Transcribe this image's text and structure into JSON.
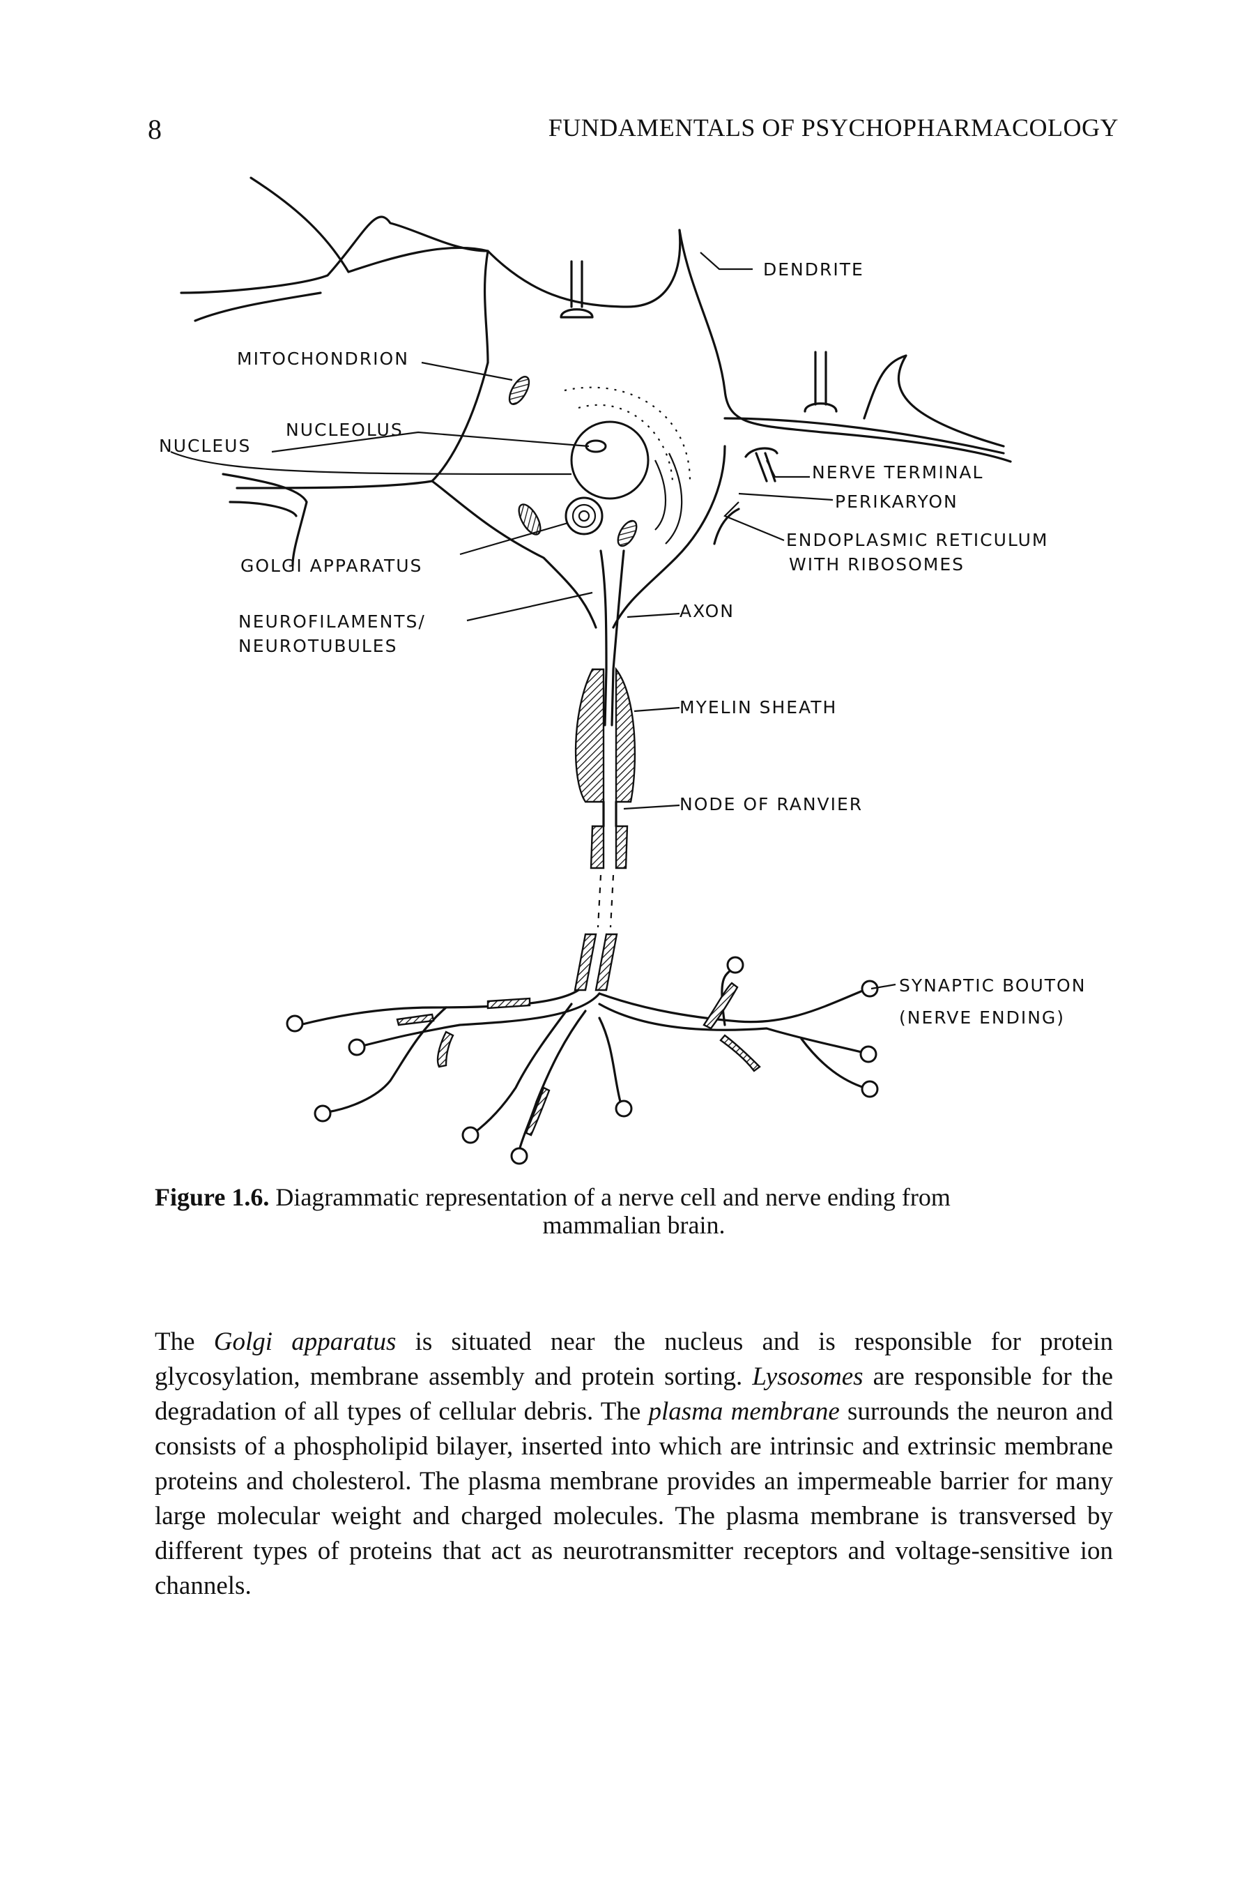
{
  "header": {
    "page_number": "8",
    "running_head": "FUNDAMENTALS OF PSYCHOPHARMACOLOGY"
  },
  "figure": {
    "labels": {
      "dendrite": "DENDRITE",
      "mitochondrion": "MITOCHONDRION",
      "nucleolus": "NUCLEOLUS",
      "nucleus": "NUCLEUS",
      "nerve_terminal": "NERVE TERMINAL",
      "perikaryon": "PERIKARYON",
      "er_line1": "ENDOPLASMIC RETICULUM",
      "er_line2": "WITH RIBOSOMES",
      "golgi": "GOLGI APPARATUS",
      "neurofilaments_line1": "NEUROFILAMENTS/",
      "neurofilaments_line2": "NEUROTUBULES",
      "axon": "AXON",
      "myelin": "MYELIN SHEATH",
      "node": "NODE OF RANVIER",
      "bouton_line1": "SYNAPTIC BOUTON",
      "bouton_line2": "(NERVE ENDING)"
    },
    "caption_label": "Figure 1.6.",
    "caption_line1": "Diagrammatic representation of a nerve cell and nerve ending from",
    "caption_line2": "mammalian brain."
  },
  "body": {
    "p1_s1": "The ",
    "p1_golgi": "Golgi apparatus",
    "p1_s2": " is situated near the nucleus and is responsible for protein glycosylation, membrane assembly and protein sorting. ",
    "p1_lysosomes": "Lysosomes",
    "p1_s3": " are responsible for the degradation of all types of cellular debris. The ",
    "p1_plasma": "plasma membrane",
    "p1_s4": " surrounds the neuron and consists of a phospholipid bilayer, inserted into which are intrinsic and extrinsic membrane proteins and cholesterol. The plasma membrane provides an impermeable barrier for many large molecular weight and charged molecules. The plasma membrane is transversed by different types of proteins that act as neurotransmitter receptors and voltage-sensitive ion channels."
  }
}
